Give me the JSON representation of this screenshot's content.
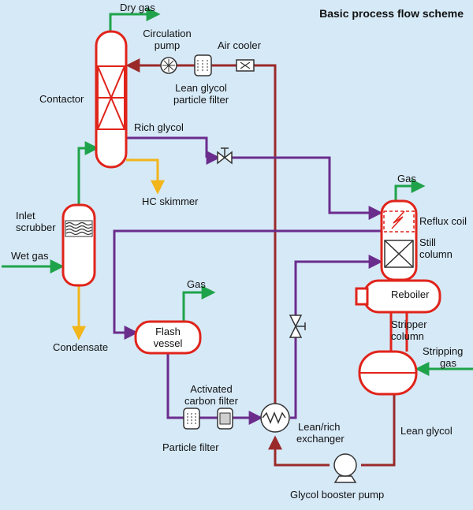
{
  "title": "Basic process flow scheme",
  "colors": {
    "background": "#d6e9f7",
    "wet_gas_line": "#1fa34a",
    "rich_glycol_line": "#6b2d8c",
    "lean_glycol_line": "#9a2a2a",
    "hydrocarbon_line": "#f2b51a",
    "vessel_outline": "#e0241b"
  },
  "labels": {
    "dry_gas": "Dry gas",
    "circulation_pump_1": "Circulation",
    "circulation_pump_2": "pump",
    "air_cooler": "Air cooler",
    "lean_glycol_filter_1": "Lean glycol",
    "lean_glycol_filter_2": "particle filter",
    "contactor": "Contactor",
    "rich_glycol": "Rich glycol",
    "hc_skimmer": "HC skimmer",
    "inlet_scrubber_1": "Inlet",
    "inlet_scrubber_2": "scrubber",
    "wet_gas": "Wet gas",
    "condensate": "Condensate",
    "gas_top": "Gas",
    "reflux_coil": "Reflux coil",
    "still_column_1": "Still",
    "still_column_2": "column",
    "reboiler": "Reboiler",
    "stripper_column_1": "Stripper",
    "stripper_column_2": "column",
    "stripping_gas_1": "Stripping",
    "stripping_gas_2": "gas",
    "gas_flash": "Gas",
    "flash_vessel_1": "Flash",
    "flash_vessel_2": "vessel",
    "activated_carbon_1": "Activated",
    "activated_carbon_2": "carbon filter",
    "particle_filter": "Particle filter",
    "lean_rich_exchanger_1": "Lean/rich",
    "lean_rich_exchanger_2": "exchanger",
    "lean_glycol": "Lean glycol",
    "glycol_booster_pump": "Glycol booster pump"
  }
}
